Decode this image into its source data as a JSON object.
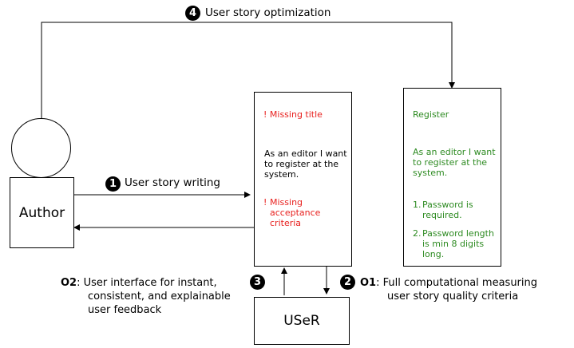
{
  "steps": {
    "s1": {
      "num": "1",
      "label": "User story writing"
    },
    "s2": {
      "num": "2"
    },
    "s3": {
      "num": "3"
    },
    "s4": {
      "num": "4",
      "label": "User story optimization"
    }
  },
  "author": {
    "label": "Author"
  },
  "user_tool": {
    "label": "USeR"
  },
  "draft_card": {
    "missing_title": "! Missing title",
    "story": "As an editor I want to register at the system.",
    "missing_ac_marker": "!",
    "missing_ac": "Missing acceptance criteria"
  },
  "final_card": {
    "title": "Register",
    "story": "As an editor I want to register at the system.",
    "criteria": [
      {
        "num": "1.",
        "text": "Password is required."
      },
      {
        "num": "2.",
        "text": "Password length is min 8 digits long."
      }
    ]
  },
  "objectives": {
    "o1": {
      "tag": "O1",
      "text": ": Full computational measuring",
      "text2": "user story quality criteria"
    },
    "o2": {
      "tag": "O2",
      "text": ": User interface for instant,",
      "text2": "consistent, and explainable",
      "text3": "user feedback"
    }
  },
  "colors": {
    "warning": "#e8211f",
    "good": "#2e8b22"
  }
}
